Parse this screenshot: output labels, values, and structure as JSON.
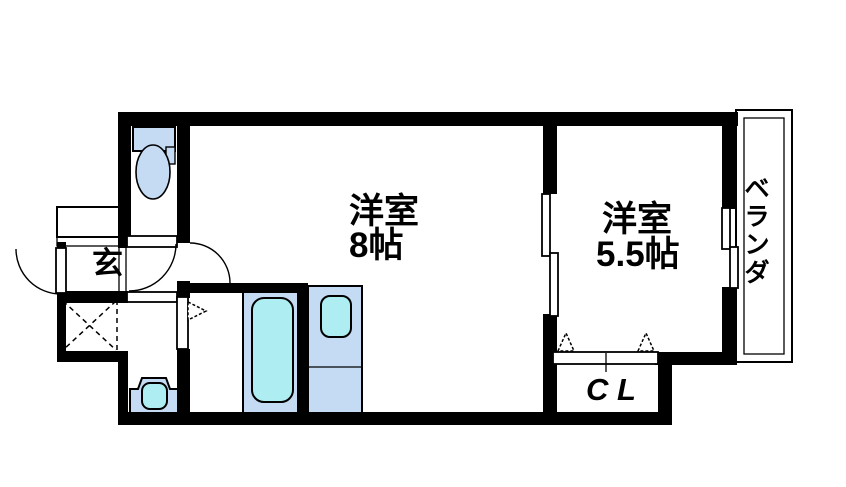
{
  "plan": {
    "colors": {
      "wall": "#000000",
      "bg": "#ffffff",
      "fixture_fill": "#c5dbf4",
      "fixture_accent": "#aeeef2"
    },
    "rooms": {
      "living": {
        "name": "洋室",
        "size": "8帖"
      },
      "bedroom": {
        "name": "洋室",
        "size": "5.5帖"
      },
      "entrance": {
        "label": "玄"
      },
      "closet": {
        "label": "C L"
      },
      "veranda": {
        "label": "ベランダ"
      }
    },
    "fixtures": {
      "toilet": "toilet-icon",
      "bathtub": "bathtub-icon",
      "kitchen_sink": "kitchen-sink-icon",
      "washbasin": "washbasin-icon",
      "washing_machine_space": "washing-machine-space"
    }
  }
}
